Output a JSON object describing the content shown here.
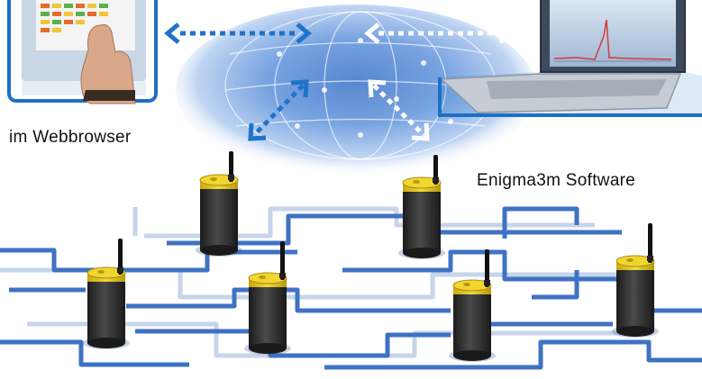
{
  "labels": {
    "web_caption": "im Webbrowser",
    "software_caption": "Enigma3m Software"
  },
  "icons": {
    "tablet": "tablet-touch-icon",
    "laptop": "laptop-icon",
    "globe": "network-globe-icon",
    "logger": "acoustic-logger-sensor-icon",
    "arrow": "dashed-double-arrow-icon"
  },
  "nodes": {
    "sensor_count": 6
  },
  "colors": {
    "pipe": "#3f72c4",
    "pipe_shadow": "#b9cbe6",
    "frame": "#1e6fc4",
    "arrow": "#1f73c9",
    "arrow_light": "#ffffff",
    "sensor_body": "#2b2b2b",
    "sensor_cap": "#e5c51c",
    "globe": "#2f6ec6",
    "text": "#111111"
  }
}
